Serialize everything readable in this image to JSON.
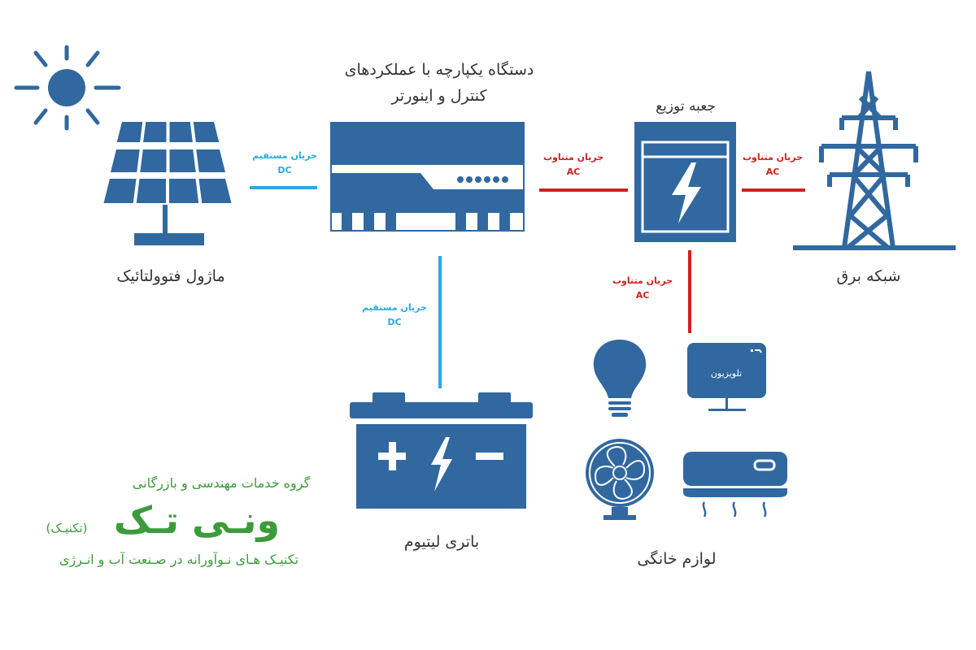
{
  "colors": {
    "icon": "#31689f",
    "dc_line": "#29a9e0",
    "ac_line": "#d0201f",
    "logo": "#3c9b3c",
    "text": "#333333"
  },
  "components": {
    "sun": {
      "icon": "sun-icon"
    },
    "pv_module": {
      "label": "ماژول فتوولتائیک",
      "icon": "solar-panel-icon"
    },
    "controller_inverter": {
      "title_line1": "دستگاه یکپارچه با عملکردهای",
      "title_line2": "کنترل و اینورتر",
      "icon": "inverter-icon"
    },
    "distribution_box": {
      "label": "جعبه توزیع",
      "icon": "distribution-box-icon"
    },
    "grid": {
      "label": "شبکه برق",
      "icon": "power-tower-icon"
    },
    "battery": {
      "label": "باتری لیتیوم",
      "icon": "battery-icon"
    },
    "appliances": {
      "label": "لوازم خانگی",
      "tv_label": "تلویزیون",
      "icons": [
        "light-bulb-icon",
        "tv-icon",
        "fan-icon",
        "air-conditioner-icon"
      ]
    }
  },
  "connections": {
    "pv_to_inverter": {
      "label": "جریان مستقیم",
      "type": "DC"
    },
    "inverter_to_battery": {
      "label": "جریان مستقیم",
      "type": "DC"
    },
    "inverter_to_box": {
      "label": "جریان متناوب",
      "type": "AC"
    },
    "box_to_grid": {
      "label": "جریان متناوب",
      "type": "AC"
    },
    "box_to_appliances": {
      "label": "جریان متناوب",
      "type": "AC"
    }
  },
  "logo": {
    "tagline_top": "گروه خدمات مهندسی و بازرگانی",
    "name": "ونـی تـک",
    "name_alt": "(تکنیـک)",
    "tagline_bottom": "تکنیـک هـای نـوآورانه در صـنعت آب و انـرژی"
  }
}
